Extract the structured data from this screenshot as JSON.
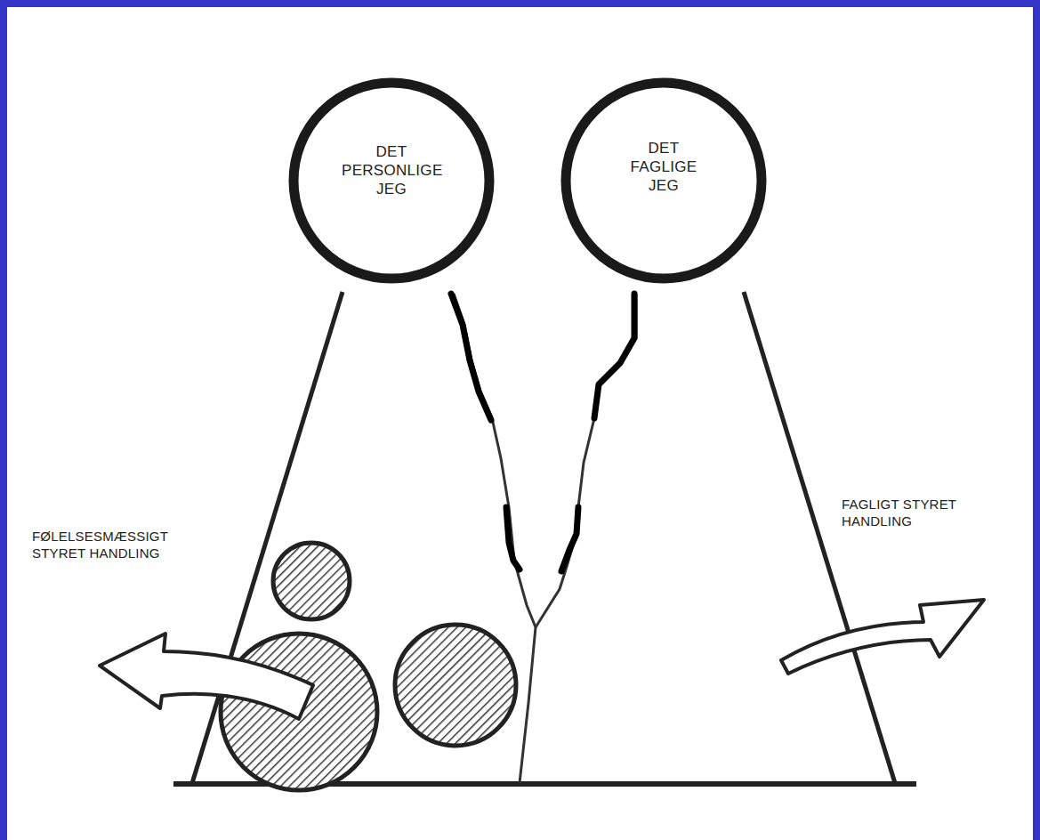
{
  "diagram": {
    "nodes": [
      {
        "text": [
          "DET PERSONLIGE JEG"
        ]
      },
      {
        "text": [
          "DET FAGLIGE JEG"
        ]
      }
    ],
    "labels": [
      "FØLELSESMÆSSIGT STYRET HANDLING",
      "FAGLIGT STYRET HANDLING"
    ]
  }
}
